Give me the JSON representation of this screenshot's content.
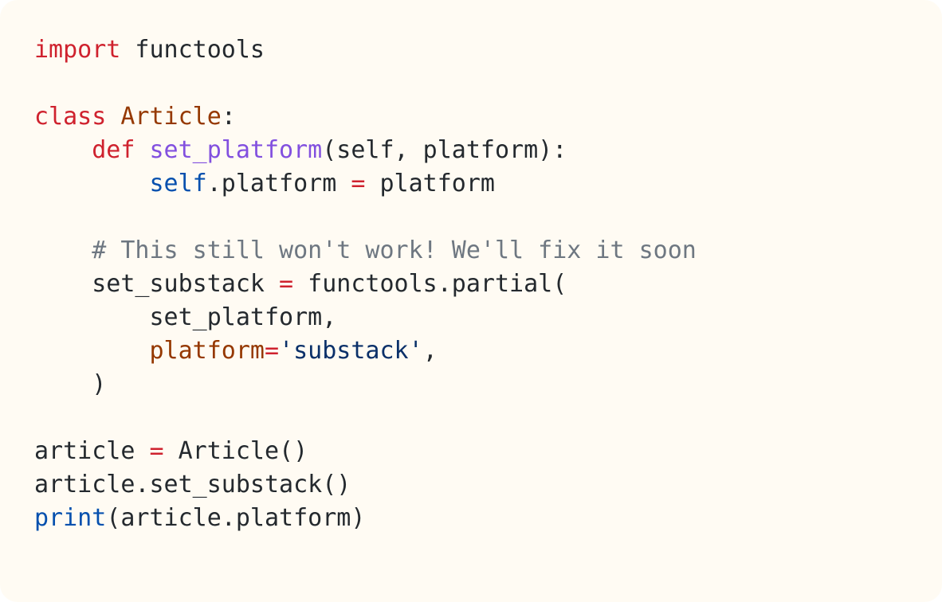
{
  "colors": {
    "background": "#fffbf3",
    "keyword": "#cf222e",
    "class_name": "#953800",
    "function_name": "#8250df",
    "builtin": "#0550ae",
    "comment": "#6e7781",
    "string": "#0a3069",
    "param": "#953800",
    "operator": "#cf222e",
    "plain": "#24292e"
  },
  "code": {
    "language": "python",
    "lines": [
      [
        {
          "t": "import",
          "c": "keyword"
        },
        {
          "t": " functools",
          "c": "plain"
        }
      ],
      [],
      [
        {
          "t": "class",
          "c": "keyword"
        },
        {
          "t": " ",
          "c": "plain"
        },
        {
          "t": "Article",
          "c": "class_name"
        },
        {
          "t": ":",
          "c": "plain"
        }
      ],
      [
        {
          "t": "    ",
          "c": "plain"
        },
        {
          "t": "def",
          "c": "keyword"
        },
        {
          "t": " ",
          "c": "plain"
        },
        {
          "t": "set_platform",
          "c": "function_name"
        },
        {
          "t": "(self, platform):",
          "c": "plain"
        }
      ],
      [
        {
          "t": "        ",
          "c": "plain"
        },
        {
          "t": "self",
          "c": "builtin"
        },
        {
          "t": ".platform ",
          "c": "plain"
        },
        {
          "t": "=",
          "c": "operator"
        },
        {
          "t": " platform",
          "c": "plain"
        }
      ],
      [],
      [
        {
          "t": "    ",
          "c": "plain"
        },
        {
          "t": "# This still won't work! We'll fix it soon",
          "c": "comment"
        }
      ],
      [
        {
          "t": "    set_substack ",
          "c": "plain"
        },
        {
          "t": "=",
          "c": "operator"
        },
        {
          "t": " functools.partial(",
          "c": "plain"
        }
      ],
      [
        {
          "t": "        set_platform,",
          "c": "plain"
        }
      ],
      [
        {
          "t": "        ",
          "c": "plain"
        },
        {
          "t": "platform",
          "c": "param"
        },
        {
          "t": "=",
          "c": "operator"
        },
        {
          "t": "'substack'",
          "c": "string"
        },
        {
          "t": ",",
          "c": "plain"
        }
      ],
      [
        {
          "t": "    )",
          "c": "plain"
        }
      ],
      [],
      [
        {
          "t": "article ",
          "c": "plain"
        },
        {
          "t": "=",
          "c": "operator"
        },
        {
          "t": " Article()",
          "c": "plain"
        }
      ],
      [
        {
          "t": "article.set_substack()",
          "c": "plain"
        }
      ],
      [
        {
          "t": "print",
          "c": "builtin"
        },
        {
          "t": "(article.platform)",
          "c": "plain"
        }
      ]
    ]
  }
}
